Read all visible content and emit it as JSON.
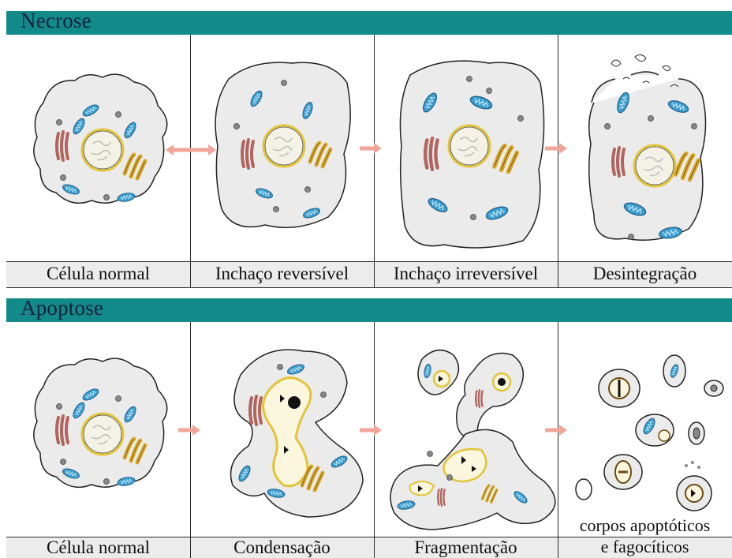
{
  "necrosis": {
    "title": "Necrose",
    "panels": [
      {
        "caption": "Célula normal"
      },
      {
        "caption": "Inchaço reversível"
      },
      {
        "caption": "Inchaço irreversível"
      },
      {
        "caption": "Desintegração"
      }
    ]
  },
  "apoptosis": {
    "title": "Apoptose",
    "panels": [
      {
        "caption": "Célula normal"
      },
      {
        "caption": "Condensação"
      },
      {
        "caption": "Fragmentação"
      },
      {
        "caption_line1": "corpos apoptóticos",
        "caption_line2": "e fagocíticos"
      }
    ]
  },
  "colors": {
    "band": "#138a8a",
    "cytoplasm": "#ebebeb",
    "mitochondria": "#3c9fd0",
    "golgi": "#d9a92a",
    "er": "#b0665e",
    "nucleus_ring": "#e2c43a",
    "arrow": "#f1a598"
  }
}
